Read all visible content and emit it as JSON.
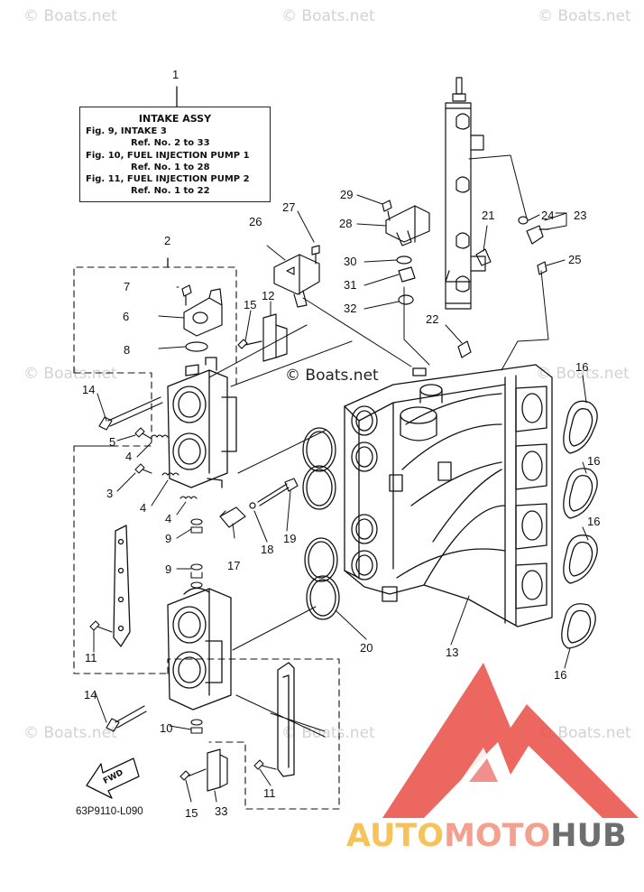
{
  "watermarks": [
    {
      "text": "© Boats.net"
    },
    {
      "text": "© Boats.net"
    },
    {
      "text": "© Boats.net"
    },
    {
      "text": "© Boats.net"
    },
    {
      "text": "© Boats.net"
    },
    {
      "text": "© Boats.net"
    },
    {
      "text": "© Boats.net"
    },
    {
      "text": "© Boats.net"
    }
  ],
  "center_watermark": "© Boats.net",
  "legend": {
    "title": "INTAKE ASSY",
    "lines": [
      "Fig. 9, INTAKE 3",
      "Ref. No. 2 to 33",
      "Fig. 10, FUEL INJECTION PUMP 1",
      "Ref. No. 1 to 28",
      "Fig. 11, FUEL INJECTION PUMP 2",
      "Ref. No. 1 to 22"
    ]
  },
  "callouts": [
    "1",
    "2",
    "3",
    "4",
    "4",
    "4",
    "5",
    "6",
    "7",
    "8",
    "9",
    "9",
    "10",
    "11",
    "11",
    "12",
    "13",
    "14",
    "14",
    "15",
    "15",
    "16",
    "16",
    "16",
    "16",
    "17",
    "18",
    "19",
    "20",
    "21",
    "22",
    "23",
    "24",
    "25",
    "26",
    "27",
    "28",
    "29",
    "30",
    "31",
    "32",
    "33"
  ],
  "fwd_label": "FWD",
  "figure_code": "63P9110-L090",
  "brand": {
    "part1": "AUTO",
    "part2": "MOTO",
    "part3": "HUB"
  },
  "colors": {
    "line": "#111111",
    "watermark": "#d2d2d2",
    "logo_red": "#e8453c",
    "logo_pink": "#f3a08f",
    "logo_gold": "#f5c35a",
    "logo_gray": "#6e6e6e"
  }
}
